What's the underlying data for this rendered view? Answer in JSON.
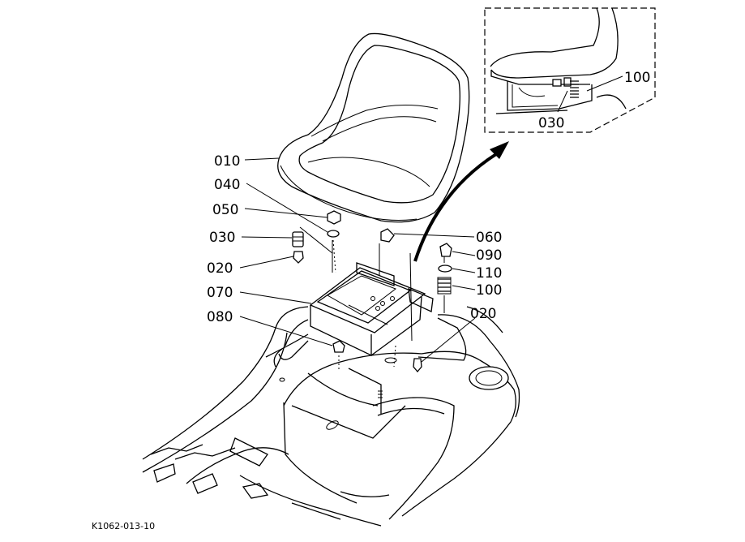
{
  "labels": {
    "seat": "010",
    "washer": "040",
    "nut": "050",
    "bolt_left": "030",
    "pin_left": "020",
    "bracket": "070",
    "nut_lower": "080",
    "knob": "060",
    "bolt_right": "090",
    "washer_right": "110",
    "spring": "100",
    "pin_right": "020"
  },
  "inset": {
    "spring_label": "100",
    "bolt_label": "030"
  },
  "drawing_code": "K1062-013-10"
}
